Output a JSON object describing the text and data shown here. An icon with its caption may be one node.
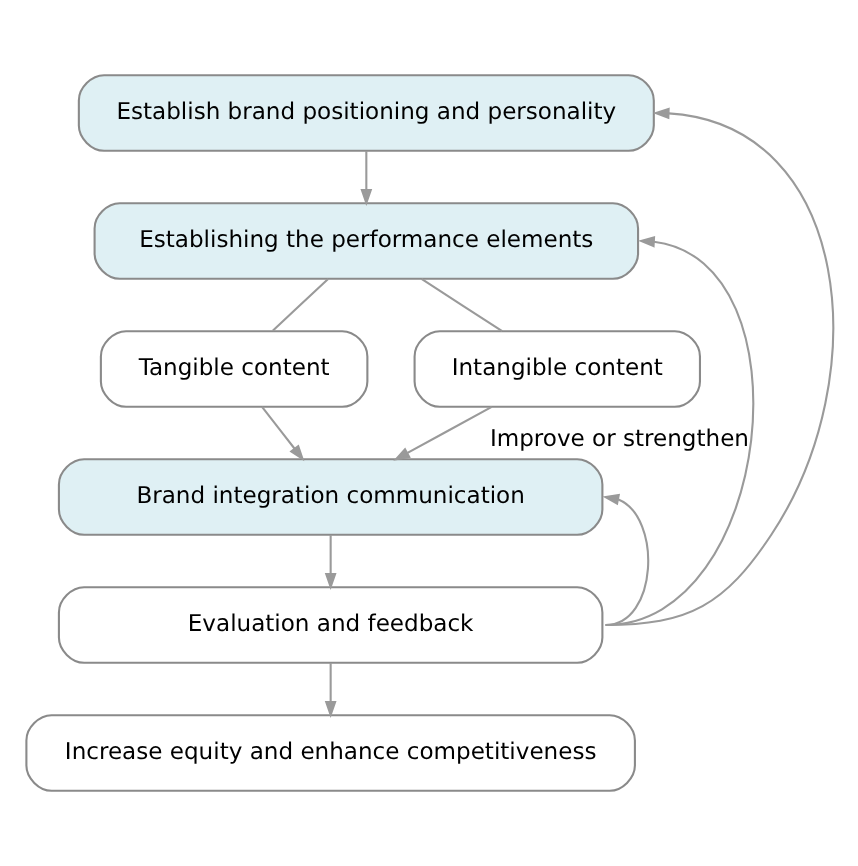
{
  "diagram": {
    "nodes": [
      {
        "text": [
          "Establish brand positioning and personality"
        ]
      },
      {
        "text": [
          "Establishing the performance elements"
        ]
      },
      {
        "text": [
          "Tangible content"
        ]
      },
      {
        "text": [
          "Intangible content"
        ]
      },
      {
        "text": [
          "Brand integration communication"
        ]
      },
      {
        "text": [
          "Evaluation and feedback"
        ]
      },
      {
        "text": [
          "Increase equity and enhance competitiveness"
        ]
      }
    ],
    "edges": [
      {
        "from": 0,
        "to": 1,
        "arrow": "to"
      },
      {
        "from": 1,
        "to": 2,
        "arrow": "none"
      },
      {
        "from": 1,
        "to": 3,
        "arrow": "none"
      },
      {
        "from": 2,
        "to": 4,
        "arrow": "to"
      },
      {
        "from": 3,
        "to": 4,
        "arrow": "to"
      },
      {
        "from": 4,
        "to": 5,
        "arrow": "to"
      },
      {
        "from": 5,
        "to": 6,
        "arrow": "to"
      },
      {
        "from": 5,
        "to": 0,
        "arrow": "to"
      },
      {
        "from": 5,
        "to": 1,
        "arrow": "to",
        "label": "Improve or strengthen"
      },
      {
        "from": 5,
        "to": 4,
        "arrow": "to"
      }
    ]
  }
}
